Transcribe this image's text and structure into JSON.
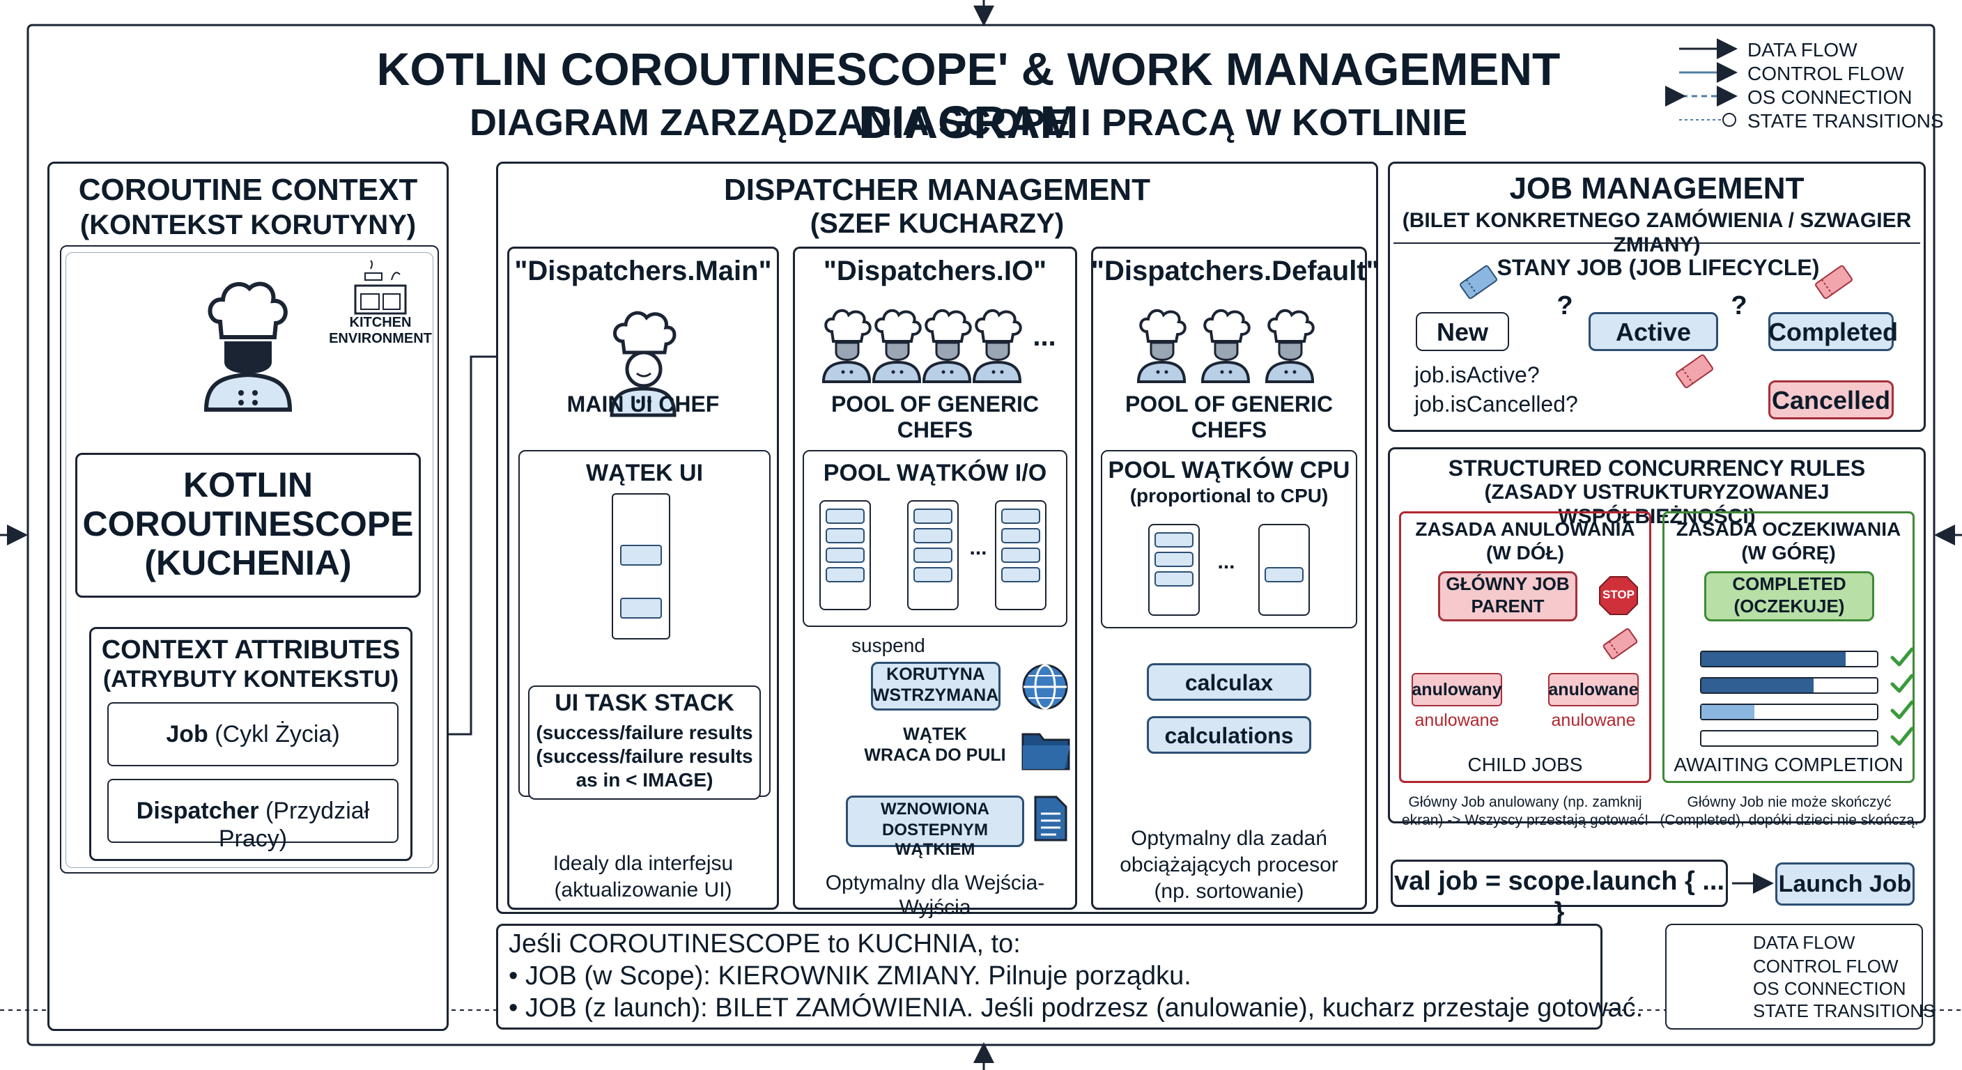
{
  "title": "KOTLIN COROUTINESCOPE' & WORK MANAGEMENT DIAGRAM",
  "subtitle": "DIAGRAM ZARZĄDZANIA SCOPE I PRACĄ W KOTLINIE",
  "legend_top": [
    "DATA FLOW",
    "CONTROL FLOW",
    "OS CONNECTION",
    "STATE TRANSITIONS"
  ],
  "legend_bottom": [
    "DATA FLOW",
    "CONTROL FLOW",
    "OS CONNECTION",
    "STATE TRANSITIONS"
  ],
  "context": {
    "title": "COROUTINE CONTEXT",
    "subtitle": "(KONTEKST KORUTYNY)",
    "kitchen_label": "KITCHEN ENVIRONMENT",
    "scope_lines": [
      "KOTLIN",
      "COROUTINESCOPE",
      "(KUCHENIA)"
    ],
    "attrs_title": "CONTEXT ATTRIBUTES",
    "attrs_subtitle": "(ATRYBUTY KONTEKSTU)",
    "job_bold": "Job",
    "job_rest": " (Cykl Życia)",
    "dispatcher_bold": "Dispatcher",
    "dispatcher_rest": " (Przydział Pracy)"
  },
  "dispatcher": {
    "title": "DISPATCHER MANAGEMENT",
    "subtitle": "(SZEF KUCHARZY)",
    "main": {
      "title": "\"Dispatchers.Main\"",
      "chef": "MAIN UI CHEF",
      "thread": "WĄTEK UI",
      "stack_title": "UI TASK STACK",
      "stack_lines": [
        "(success/failure results",
        "(success/failure results",
        "as in < IMAGE)"
      ],
      "caption": [
        "Idealy dla interfejsu",
        "(aktualizowanie UI)"
      ]
    },
    "io": {
      "title": "\"Dispatchers.IO\"",
      "chefs": "POOL OF GENERIC CHEFS",
      "pool": "POOL WĄTKÓW I/O",
      "suspend": "suspend",
      "suspended": [
        "KORUTYNA",
        "WSTRZYMANA"
      ],
      "returns": [
        "WĄTEK",
        "WRACA DO PULI"
      ],
      "resumed": [
        "WZNOWIONA",
        "DOSTEPNYM WĄTKIEM"
      ],
      "caption": "Optymalny dla Wejścia-Wyjścia",
      "ellipsis": "...",
      "dots": "..."
    },
    "default": {
      "title": "\"Dispatchers.Default\"",
      "chefs": "POOL OF GENERIC CHEFS",
      "pool": "POOL WĄTKÓW CPU",
      "pool_sub": "(proportional to CPU)",
      "btn1": "calculax",
      "btn2": "calculations",
      "caption": [
        "Optymalny dla zadań",
        "obciążających procesor",
        "(np. sortowanie)"
      ],
      "ellipsis": "..."
    }
  },
  "job": {
    "title": "JOB MANAGEMENT",
    "subtitle": "(BILET KONKRETNEGO ZAMÓWIENIA / SZWAGIER ZMIANY)",
    "lifecycle": "STANY JOB (JOB LIFECYCLE)",
    "states": [
      "New",
      "Active",
      "Completed",
      "Cancelled"
    ],
    "q": "?",
    "checks": [
      "job.isActive?",
      "job.isCancelled?"
    ]
  },
  "rules": {
    "title": "STRUCTURED CONCURRENCY RULES",
    "subtitle": "(ZASADY USTRUKTURYZOWANEJ WSPÓŁBIEŻNOŚCI)",
    "cancel": {
      "title": [
        "ZASADA ANULOWANIA",
        "(W DÓŁ)"
      ],
      "parent": [
        "GŁÓWNY JOB",
        "PARENT"
      ],
      "stop": "STOP",
      "child_left": "anulowany",
      "child_right": "anulowane",
      "under_left": "anulowane",
      "under_right": "anulowane",
      "children": "CHILD JOBS",
      "note": [
        "Główny Job anulowany (np. zamknij",
        "ekran) -> Wszyscy przestają gotować!"
      ]
    },
    "await": {
      "title": [
        "ZASADA OCZEKIWANIA",
        "(W GÓRĘ)"
      ],
      "box": [
        "COMPLETED",
        "(OCZEKUJE)"
      ],
      "progress": [
        0.82,
        0.64,
        0.3,
        0
      ],
      "label": "AWAITING COMPLETION",
      "note": [
        "Główny Job nie może skończyć",
        "(Completed), dopóki dzieci nie skończą."
      ]
    }
  },
  "launch": {
    "code": "val job = scope.launch { ... }",
    "button": "Launch Job"
  },
  "analogy": {
    "line1": "Jeśli COROUTINESCOPE to KUCHNIA, to:",
    "line2": "• JOB (w Scope): KIEROWNIK ZMIANY. Pilnuje porządku.",
    "line3": "• JOB (z launch): BILET ZAMÓWIENIA. Jeśli podrzesz (anulowanie), kucharz przestaje gotować."
  }
}
